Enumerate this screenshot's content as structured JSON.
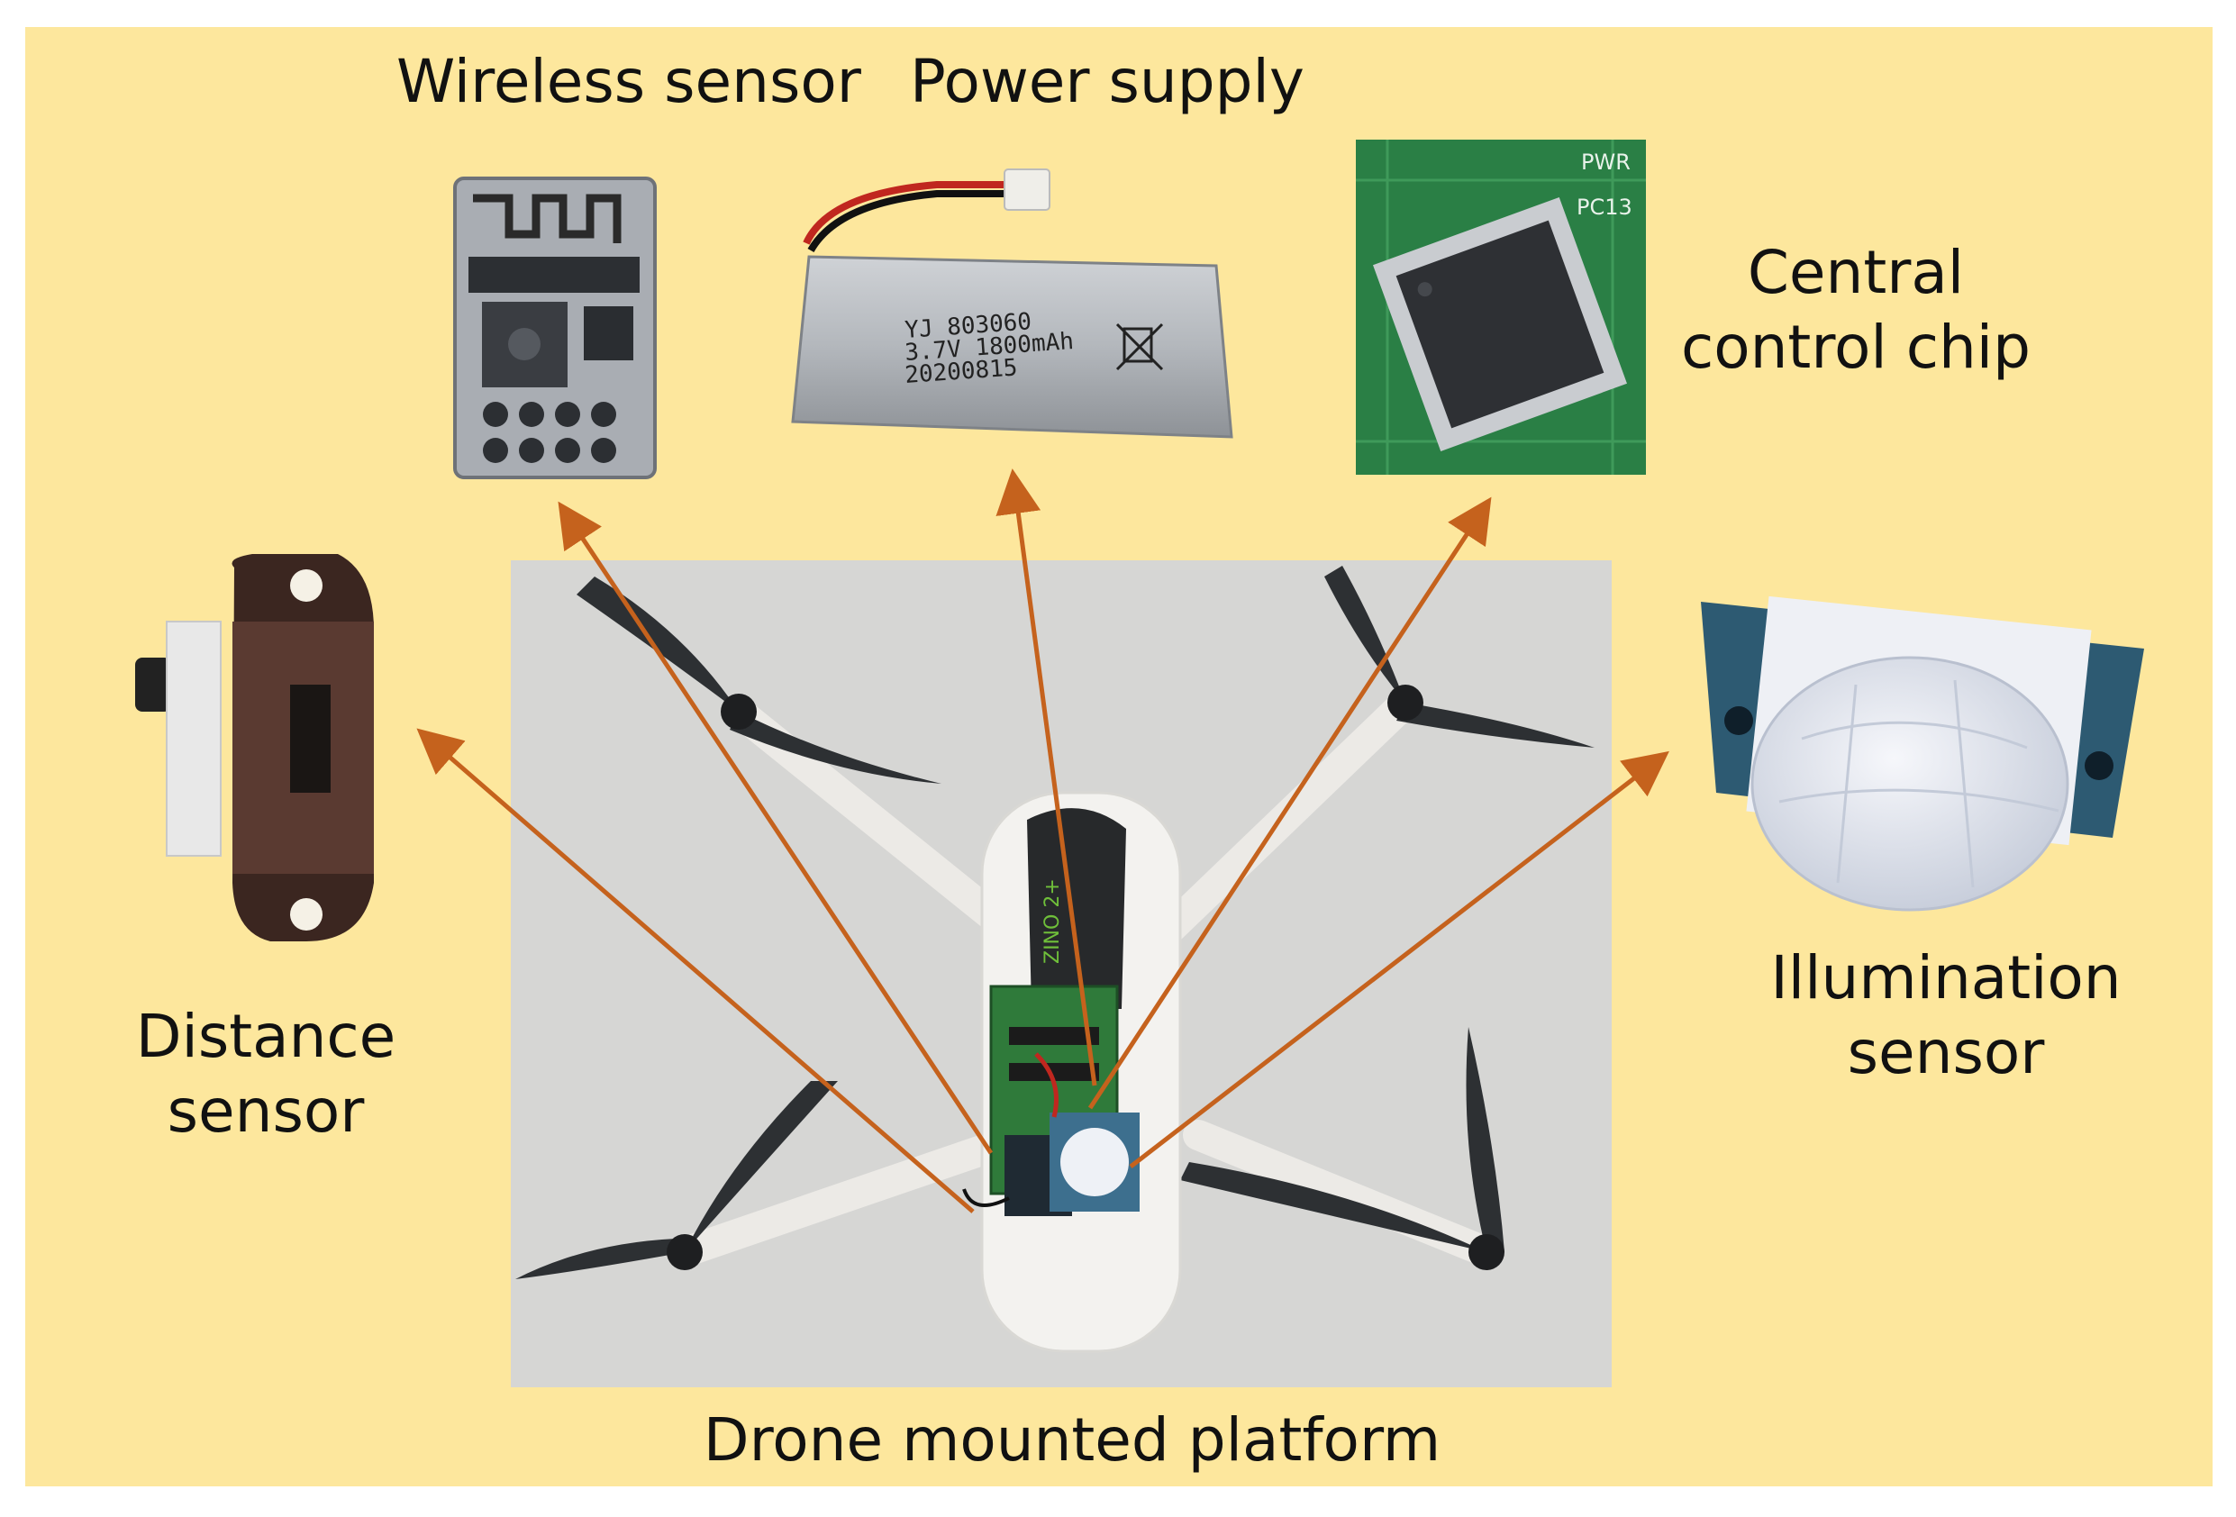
{
  "colors": {
    "background": "#fde79d",
    "arrow": "#c5621d",
    "photo_bg": "#d6d6d4"
  },
  "labels": {
    "wireless": "Wireless sensor",
    "power": "Power supply",
    "chip_line1": "Central",
    "chip_line2": "control chip",
    "distance_line1": "Distance",
    "distance_line2": "sensor",
    "illumination_line1": "Illumination",
    "illumination_line2": "sensor",
    "platform": "Drone mounted platform"
  },
  "photo_text": {
    "battery_line1": "YJ 803060",
    "battery_line2": "3.7V 1800mAh",
    "battery_line3": "20200815",
    "pcb_pwr": "PWR",
    "pcb_pc13": "PC13",
    "drone_brand": "ZINO 2+"
  }
}
